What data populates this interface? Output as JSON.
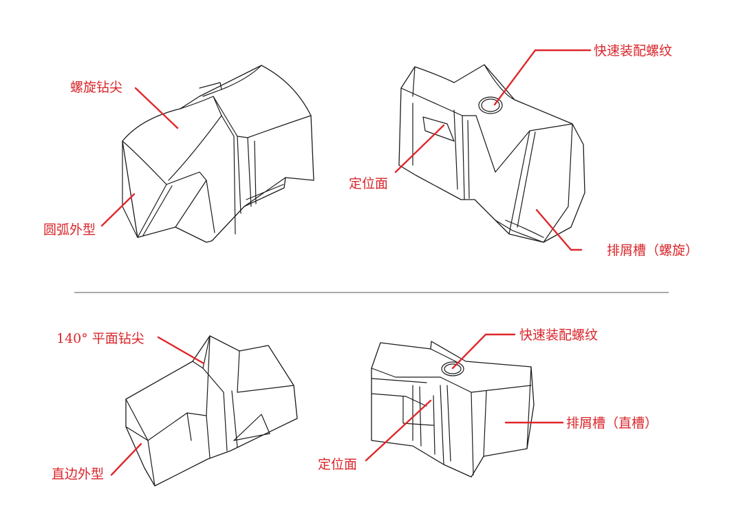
{
  "colors": {
    "label": "#d9252a",
    "leader": "#e0262a",
    "line": "#1a1a1a",
    "background": "#ffffff"
  },
  "labels": {
    "spiral_drill_tip": "螺旋钻尖",
    "arc_profile": "圆弧外型",
    "quick_thread_top": "快速装配螺纹",
    "positioning_face_top": "定位面",
    "chip_flute_spiral": "排屑槽（螺旋）",
    "flat_drill_tip": "140° 平面钻尖",
    "straight_profile": "直边外型",
    "quick_thread_bottom": "快速装配螺纹",
    "positioning_face_bottom": "定位面",
    "chip_flute_straight": "排屑槽（直槽）"
  }
}
